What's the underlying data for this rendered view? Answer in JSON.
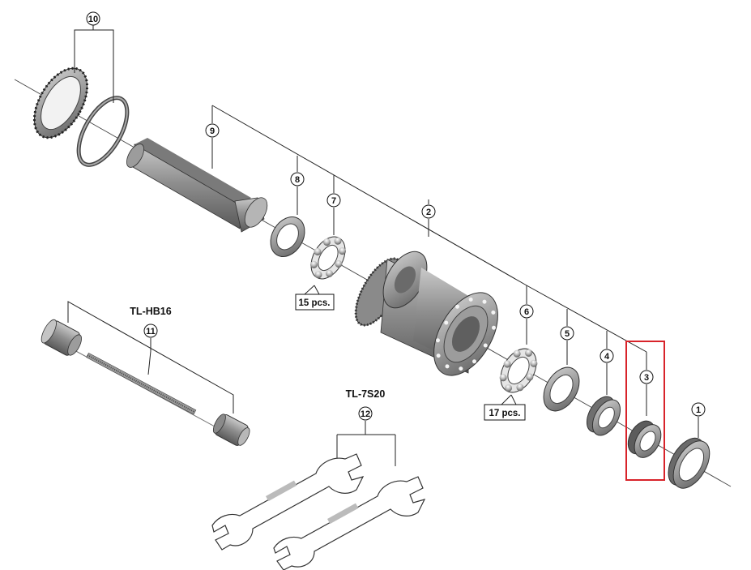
{
  "callouts": {
    "c1": "1",
    "c2": "2",
    "c3": "3",
    "c4": "4",
    "c5": "5",
    "c6": "6",
    "c7": "7",
    "c8": "8",
    "c9": "9",
    "c10": "10",
    "c11": "11",
    "c12": "12"
  },
  "tools": {
    "hub_tool": "TL-HB16",
    "cone_wrench": "TL-7S20"
  },
  "quantities": {
    "balls_left": "15 pcs.",
    "balls_right": "17 pcs."
  },
  "colors": {
    "highlight": "#d8232a",
    "part_gray": "#8d8d8d"
  }
}
